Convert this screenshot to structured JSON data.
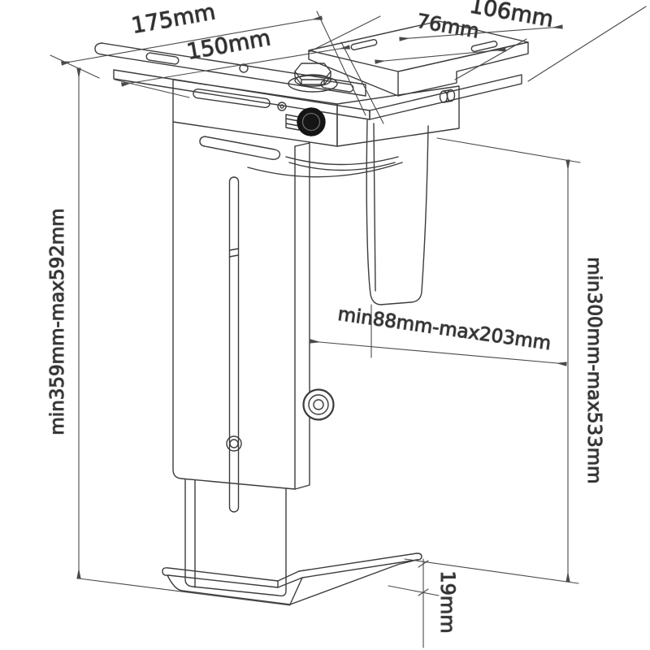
{
  "diagram": {
    "type": "technical-drawing",
    "subject": "Under-desk CPU holder mount with adjustment dimensions",
    "background_color": "#ffffff",
    "line_color": "#3c3c3c",
    "dimension_line_color": "#4a4a4a",
    "text_color": "#262626",
    "knob_color": "#151515"
  },
  "labels": {
    "plate_width_outer": {
      "text": "175mm"
    },
    "plate_width_inner": {
      "text": "150mm"
    },
    "bracket_depth_outer": {
      "text": "106mm"
    },
    "bracket_depth_inner": {
      "text": "76mm"
    },
    "height_overall": {
      "text": "min359mm-max592mm"
    },
    "height_inner": {
      "text": "min300mm-max533mm"
    },
    "clamp_width": {
      "text": "min88mm-max203mm"
    },
    "tray_lip_height": {
      "text": "19mm"
    }
  }
}
